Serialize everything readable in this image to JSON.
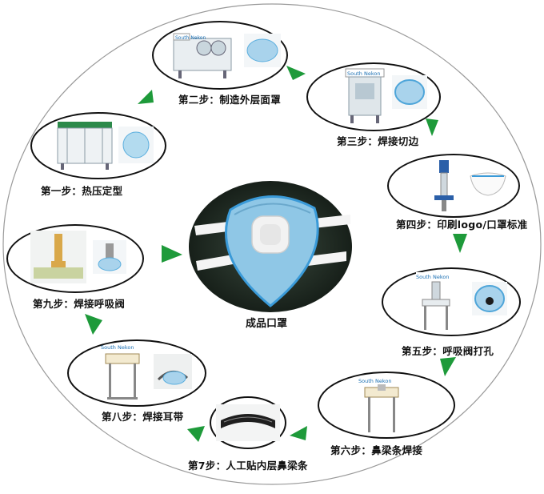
{
  "colors": {
    "arrow": "#1e9a3a",
    "oval_border": "#111111",
    "big_ellipse": "#9a9a9a",
    "mask_blue": "#8fc7e6",
    "mask_edge": "#3a9ad8",
    "mask_dark_bg": "#1f2a22"
  },
  "brand": "South Nekon",
  "center": {
    "label": "成品口罩"
  },
  "steps": [
    {
      "label": "第二步：制造外层面罩"
    },
    {
      "label": "第三步：焊接切边"
    },
    {
      "label": "第一步：热压定型"
    },
    {
      "label": "第四步：印刷logo/口罩标准"
    },
    {
      "label": "第九步：焊接呼吸阀"
    },
    {
      "label": "第五步：呼吸阀打孔"
    },
    {
      "label": "第八步：焊接耳带"
    },
    {
      "label": "第六步：鼻梁条焊接"
    },
    {
      "label": "第7步：人工贴内层鼻梁条"
    }
  ]
}
